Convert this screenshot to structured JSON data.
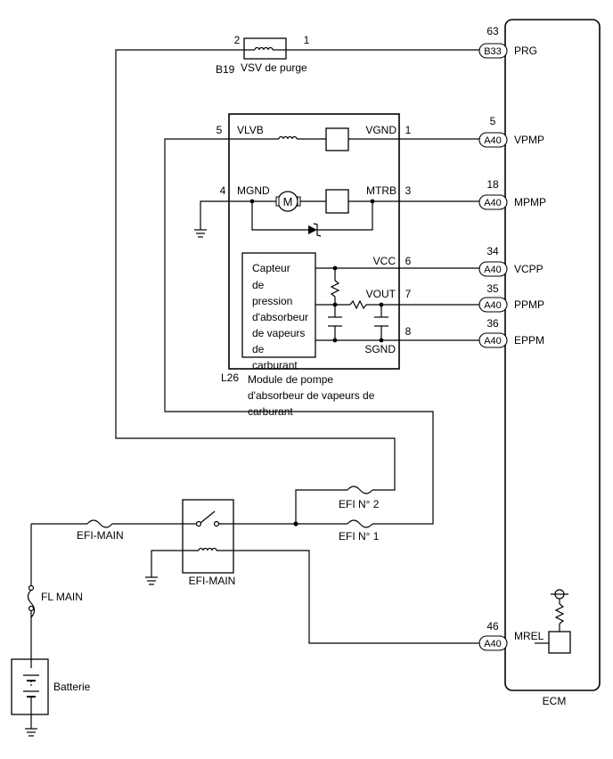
{
  "ecm": {
    "label": "ECM",
    "pins": [
      {
        "num": "63",
        "conn": "B33",
        "name": "PRG"
      },
      {
        "num": "5",
        "conn": "A40",
        "name": "VPMP"
      },
      {
        "num": "18",
        "conn": "A40",
        "name": "MPMP"
      },
      {
        "num": "34",
        "conn": "A40",
        "name": "VCPP"
      },
      {
        "num": "35",
        "conn": "A40",
        "name": "PPMP"
      },
      {
        "num": "36",
        "conn": "A40",
        "name": "EPPM"
      },
      {
        "num": "46",
        "conn": "A40",
        "name": "MREL"
      }
    ]
  },
  "vsv": {
    "ref": "B19",
    "name": "VSV de purge",
    "pin_left": "2",
    "pin_right": "1"
  },
  "module": {
    "ref": "L26",
    "name_lines": [
      "Module de pompe",
      "d'absorbeur de vapeurs de",
      "carburant"
    ],
    "pins": [
      {
        "num": "5",
        "name": "VLVB"
      },
      {
        "num": "1",
        "name": "VGND"
      },
      {
        "num": "4",
        "name": "MGND"
      },
      {
        "num": "3",
        "name": "MTRB"
      },
      {
        "num": "6",
        "name": "VCC"
      },
      {
        "num": "7",
        "name": "VOUT"
      },
      {
        "num": "8",
        "name": "SGND"
      }
    ],
    "sensor_lines": [
      "Capteur",
      "de",
      "pression",
      "d'absorbeur",
      "de vapeurs",
      "de",
      "carburant"
    ],
    "motor_symbol": "M"
  },
  "fuses": {
    "efi_main": "EFI-MAIN",
    "efi_no2": "EFI N° 2",
    "efi_no1": "EFI N° 1",
    "fl_main": "FL MAIN"
  },
  "relay": {
    "name": "EFI-MAIN"
  },
  "battery": {
    "name": "Batterie"
  }
}
